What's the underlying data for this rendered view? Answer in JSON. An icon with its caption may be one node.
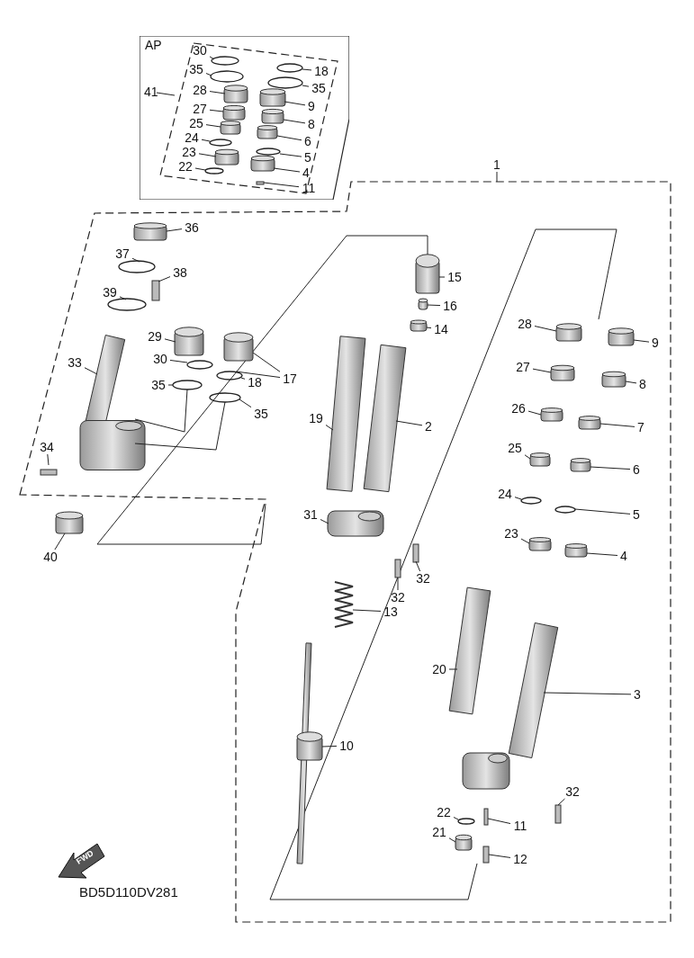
{
  "diagram": {
    "nodes": [
      {
        "text": [
          "AP"
        ]
      },
      {
        "text": [
          "41"
        ],
        "in": 0
      },
      {
        "text": [
          "30"
        ],
        "in": 1
      },
      {
        "text": [
          "18"
        ],
        "in": 1
      },
      {
        "text": [
          "35"
        ],
        "in": 1
      },
      {
        "text": [
          "35"
        ],
        "in": 1
      },
      {
        "text": [
          "28"
        ],
        "in": 1
      },
      {
        "text": [
          "9"
        ],
        "in": 1
      },
      {
        "text": [
          "27"
        ],
        "in": 1
      },
      {
        "text": [
          "8"
        ],
        "in": 1
      },
      {
        "text": [
          "25"
        ],
        "in": 1
      },
      {
        "text": [
          "6"
        ],
        "in": 1
      },
      {
        "text": [
          "24"
        ],
        "in": 1
      },
      {
        "text": [
          "5"
        ],
        "in": 1
      },
      {
        "text": [
          "23"
        ],
        "in": 1
      },
      {
        "text": [
          "4"
        ],
        "in": 1
      },
      {
        "text": [
          "22"
        ],
        "in": 1
      },
      {
        "text": [
          "11"
        ],
        "in": 1
      },
      {
        "text": [
          "1"
        ]
      },
      {
        "text": [
          "36"
        ],
        "in": 18
      },
      {
        "text": [
          "37"
        ],
        "in": 18
      },
      {
        "text": [
          "38"
        ],
        "in": 18
      },
      {
        "text": [
          "39"
        ],
        "in": 18
      },
      {
        "text": [
          "29"
        ],
        "in": 18
      },
      {
        "text": [
          "30"
        ],
        "in": 18
      },
      {
        "text": [
          "17"
        ],
        "in": 18
      },
      {
        "text": [
          "18"
        ],
        "in": 18
      },
      {
        "text": [
          "33"
        ],
        "in": 18
      },
      {
        "text": [
          "35"
        ],
        "in": 18
      },
      {
        "text": [
          "35"
        ],
        "in": 18
      },
      {
        "text": [
          "34"
        ],
        "in": 18
      },
      {
        "text": [
          "40"
        ]
      },
      {
        "text": [
          "15"
        ],
        "in": 18
      },
      {
        "text": [
          "16"
        ],
        "in": 18
      },
      {
        "text": [
          "14"
        ],
        "in": 18
      },
      {
        "text": [
          "19"
        ],
        "in": 18
      },
      {
        "text": [
          "2"
        ],
        "in": 18
      },
      {
        "text": [
          "31"
        ],
        "in": 18
      },
      {
        "text": [
          "32"
        ],
        "in": 18
      },
      {
        "text": [
          "32"
        ],
        "in": 18
      },
      {
        "text": [
          "13"
        ],
        "in": 18
      },
      {
        "text": [
          "10"
        ],
        "in": 18
      },
      {
        "text": [
          "28"
        ],
        "in": 18
      },
      {
        "text": [
          "9"
        ],
        "in": 18
      },
      {
        "text": [
          "27"
        ],
        "in": 18
      },
      {
        "text": [
          "8"
        ],
        "in": 18
      },
      {
        "text": [
          "26"
        ],
        "in": 18
      },
      {
        "text": [
          "7"
        ],
        "in": 18
      },
      {
        "text": [
          "25"
        ],
        "in": 18
      },
      {
        "text": [
          "6"
        ],
        "in": 18
      },
      {
        "text": [
          "24"
        ],
        "in": 18
      },
      {
        "text": [
          "5"
        ],
        "in": 18
      },
      {
        "text": [
          "23"
        ],
        "in": 18
      },
      {
        "text": [
          "4"
        ],
        "in": 18
      },
      {
        "text": [
          "20"
        ],
        "in": 18
      },
      {
        "text": [
          "3"
        ],
        "in": 18
      },
      {
        "text": [
          "22"
        ],
        "in": 18
      },
      {
        "text": [
          "32"
        ],
        "in": 18
      },
      {
        "text": [
          "11"
        ],
        "in": 18
      },
      {
        "text": [
          "21"
        ],
        "in": 18
      },
      {
        "text": [
          "12"
        ],
        "in": 18
      },
      {
        "text": [],
        "shape": "circle",
        "in": 1
      },
      {
        "text": [],
        "shape": "circle",
        "in": 1
      },
      {
        "text": [],
        "shape": "circle",
        "in": 1
      },
      {
        "text": [],
        "shape": "circle",
        "in": 1
      },
      {
        "text": [],
        "shape": "picture",
        "in": 1
      },
      {
        "text": [],
        "shape": "picture",
        "in": 1
      },
      {
        "text": [],
        "shape": "picture",
        "in": 1
      },
      {
        "text": [],
        "shape": "picture",
        "in": 1
      },
      {
        "text": [],
        "shape": "picture",
        "in": 1
      },
      {
        "text": [],
        "shape": "picture",
        "in": 1
      },
      {
        "text": [],
        "shape": "circle",
        "in": 1
      },
      {
        "text": [],
        "shape": "circle",
        "in": 1
      },
      {
        "text": [],
        "shape": "picture",
        "in": 1
      },
      {
        "text": [],
        "shape": "picture",
        "in": 1
      },
      {
        "text": [],
        "shape": "circle",
        "in": 1
      },
      {
        "text": [],
        "shape": "bar",
        "in": 1
      },
      {
        "text": [],
        "shape": "picture",
        "in": 18
      },
      {
        "text": [],
        "shape": "circle",
        "in": 18
      },
      {
        "text": [],
        "shape": "bar",
        "in": 18
      },
      {
        "text": [],
        "shape": "circle",
        "in": 18
      },
      {
        "text": [],
        "shape": "picture",
        "in": 18
      },
      {
        "text": [],
        "shape": "picture",
        "in": 18
      },
      {
        "text": [],
        "shape": "circle",
        "in": 18
      },
      {
        "text": [],
        "shape": "circle",
        "in": 18
      },
      {
        "text": [],
        "shape": "circle",
        "in": 18
      },
      {
        "text": [],
        "shape": "circle",
        "in": 18
      },
      {
        "text": [],
        "shape": "picture",
        "in": 18
      },
      {
        "text": [],
        "shape": "bar",
        "in": 18
      },
      {
        "text": [],
        "shape": "picture"
      },
      {
        "text": [],
        "shape": "picture",
        "in": 18
      },
      {
        "text": [],
        "shape": "picture",
        "in": 18
      },
      {
        "text": [],
        "shape": "picture",
        "in": 18
      },
      {
        "text": [],
        "shape": "picture",
        "in": 18
      },
      {
        "text": [],
        "shape": "picture",
        "in": 18
      },
      {
        "text": [],
        "shape": "picture",
        "in": 18
      },
      {
        "text": [],
        "shape": "bar",
        "in": 18
      },
      {
        "text": [],
        "shape": "bar",
        "in": 18
      },
      {
        "text": [],
        "shape": "picture",
        "in": 18
      },
      {
        "text": [],
        "shape": "picture",
        "in": 18
      },
      {
        "text": [],
        "shape": "picture",
        "in": 18
      },
      {
        "text": [],
        "shape": "picture",
        "in": 18
      },
      {
        "text": [],
        "shape": "picture",
        "in": 18
      },
      {
        "text": [],
        "shape": "picture",
        "in": 18
      },
      {
        "text": [],
        "shape": "picture",
        "in": 18
      },
      {
        "text": [],
        "shape": "picture",
        "in": 18
      },
      {
        "text": [],
        "shape": "picture",
        "in": 18
      },
      {
        "text": [],
        "shape": "picture",
        "in": 18
      },
      {
        "text": [],
        "shape": "circle",
        "in": 18
      },
      {
        "text": [],
        "shape": "circle",
        "in": 18
      },
      {
        "text": [],
        "shape": "picture",
        "in": 18
      },
      {
        "text": [],
        "shape": "picture",
        "in": 18
      },
      {
        "text": [],
        "shape": "picture",
        "in": 18
      },
      {
        "text": [],
        "shape": "picture",
        "in": 18
      },
      {
        "text": [],
        "shape": "circle",
        "in": 18
      },
      {
        "text": [],
        "shape": "bar",
        "in": 18
      },
      {
        "text": [],
        "shape": "bar",
        "in": 18
      },
      {
        "text": [],
        "shape": "picture",
        "in": 18
      },
      {
        "text": [],
        "shape": "bar",
        "in": 18
      }
    ],
    "edges": [
      {
        "from": 2,
        "to": 61,
        "arrow": "none"
      },
      {
        "from": 3,
        "to": 62,
        "arrow": "none"
      },
      {
        "from": 4,
        "to": 63,
        "arrow": "none"
      },
      {
        "from": 5,
        "to": 64,
        "arrow": "none"
      },
      {
        "from": 6,
        "to": 65,
        "arrow": "none"
      },
      {
        "from": 7,
        "to": 66,
        "arrow": "none"
      },
      {
        "from": 8,
        "to": 67,
        "arrow": "none"
      },
      {
        "from": 9,
        "to": 68,
        "arrow": "none"
      },
      {
        "from": 10,
        "to": 69,
        "arrow": "none"
      },
      {
        "from": 11,
        "to": 70,
        "arrow": "none"
      },
      {
        "from": 12,
        "to": 71,
        "arrow": "none"
      },
      {
        "from": 13,
        "to": 72,
        "arrow": "none"
      },
      {
        "from": 14,
        "to": 73,
        "arrow": "none"
      },
      {
        "from": 15,
        "to": 74,
        "arrow": "none"
      },
      {
        "from": 16,
        "to": 75,
        "arrow": "none"
      },
      {
        "from": 17,
        "to": 76,
        "arrow": "none"
      },
      {
        "from": 19,
        "to": 77,
        "arrow": "none"
      },
      {
        "from": 20,
        "to": 78,
        "arrow": "none"
      },
      {
        "from": 21,
        "to": 79,
        "arrow": "none"
      },
      {
        "from": 22,
        "to": 80,
        "arrow": "none"
      },
      {
        "from": 23,
        "to": 81,
        "arrow": "none"
      },
      {
        "from": 24,
        "to": 83,
        "arrow": "none"
      },
      {
        "from": 25,
        "to": 82,
        "arrow": "none"
      },
      {
        "from": 25,
        "to": 84,
        "arrow": "none"
      },
      {
        "from": 26,
        "to": 84,
        "arrow": "none"
      },
      {
        "from": 27,
        "to": 87,
        "arrow": "none"
      },
      {
        "from": 28,
        "to": 85,
        "arrow": "none"
      },
      {
        "from": 29,
        "to": 86,
        "arrow": "none"
      },
      {
        "from": 30,
        "to": 88,
        "arrow": "none"
      },
      {
        "from": 31,
        "to": 89,
        "arrow": "none"
      },
      {
        "from": 32,
        "to": 90,
        "arrow": "none"
      },
      {
        "from": 33,
        "to": 91,
        "arrow": "none"
      },
      {
        "from": 34,
        "to": 92,
        "arrow": "none"
      },
      {
        "from": 35,
        "to": 93,
        "arrow": "none"
      },
      {
        "from": 36,
        "to": 94,
        "arrow": "none"
      },
      {
        "from": 37,
        "to": 95,
        "arrow": "none"
      },
      {
        "from": 38,
        "to": 96,
        "arrow": "none"
      },
      {
        "from": 39,
        "to": 97,
        "arrow": "none"
      },
      {
        "from": 40,
        "to": 98,
        "arrow": "none"
      },
      {
        "from": 41,
        "to": 99,
        "arrow": "none"
      },
      {
        "from": 42,
        "to": 100,
        "arrow": "none"
      },
      {
        "from": 43,
        "to": 101,
        "arrow": "none"
      },
      {
        "from": 44,
        "to": 102,
        "arrow": "none"
      },
      {
        "from": 45,
        "to": 103,
        "arrow": "none"
      },
      {
        "from": 46,
        "to": 104,
        "arrow": "none"
      },
      {
        "from": 47,
        "to": 105,
        "arrow": "none"
      },
      {
        "from": 48,
        "to": 106,
        "arrow": "none"
      },
      {
        "from": 49,
        "to": 107,
        "arrow": "none"
      },
      {
        "from": 50,
        "to": 108,
        "arrow": "none"
      },
      {
        "from": 51,
        "to": 109,
        "arrow": "none"
      },
      {
        "from": 52,
        "to": 110,
        "arrow": "none"
      },
      {
        "from": 53,
        "to": 111,
        "arrow": "none"
      },
      {
        "from": 54,
        "to": 112,
        "arrow": "none"
      },
      {
        "from": 55,
        "to": 113,
        "arrow": "none"
      },
      {
        "from": 56,
        "to": 114,
        "arrow": "none"
      },
      {
        "from": 57,
        "to": 115,
        "arrow": "none"
      },
      {
        "from": 58,
        "to": 116,
        "arrow": "none"
      },
      {
        "from": 59,
        "to": 117,
        "arrow": "none"
      },
      {
        "from": 60,
        "to": 118,
        "arrow": "none"
      },
      {
        "from": 85,
        "to": 87,
        "arrow": "none"
      },
      {
        "from": 86,
        "to": 87,
        "arrow": "none"
      }
    ],
    "labels": [
      "FWD",
      "BD5D110DV281"
    ]
  }
}
